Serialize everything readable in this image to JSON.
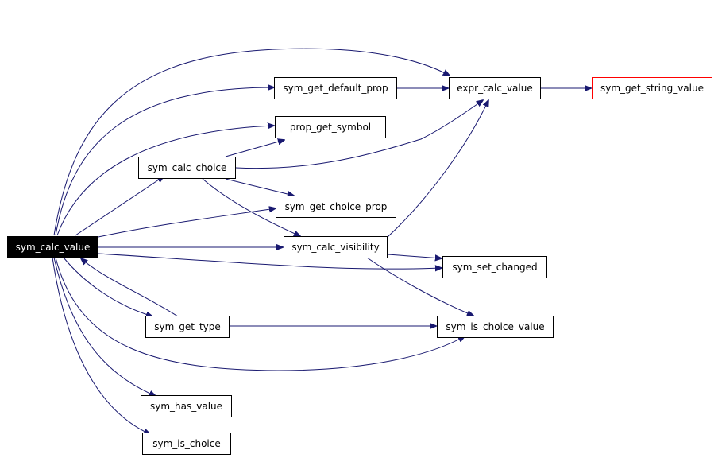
{
  "nodes": {
    "sym_calc_value": "sym_calc_value",
    "sym_get_default_prop": "sym_get_default_prop",
    "expr_calc_value": "expr_calc_value",
    "sym_get_string_value": "sym_get_string_value",
    "prop_get_symbol": "prop_get_symbol",
    "sym_calc_choice": "sym_calc_choice",
    "sym_get_choice_prop": "sym_get_choice_prop",
    "sym_calc_visibility": "sym_calc_visibility",
    "sym_set_changed": "sym_set_changed",
    "sym_get_type": "sym_get_type",
    "sym_is_choice_value": "sym_is_choice_value",
    "sym_has_value": "sym_has_value",
    "sym_is_choice": "sym_is_choice"
  },
  "colors": {
    "edge": "#191970",
    "root_fill": "#000000",
    "external_border": "#ff0000"
  }
}
